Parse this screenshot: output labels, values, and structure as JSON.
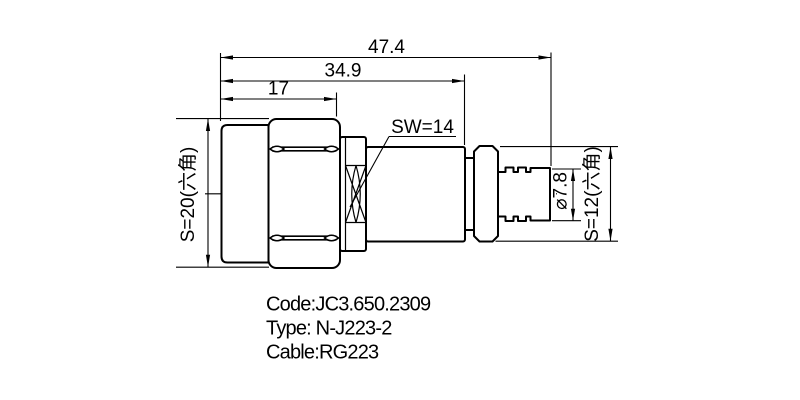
{
  "drawing": {
    "dimensions": {
      "overall_length": "47.4",
      "body_length": "34.9",
      "coupling_nut_length": "17",
      "wrench_size": "SW=14",
      "coupling_hex": "S=20(六角)",
      "ferrule_diameter": "⌀7.8",
      "rear_hex": "S=12(六角)"
    },
    "title_block": {
      "code": "Code:JC3.650.2309",
      "type": "Type: N-J223-2",
      "cable": "Cable:RG223"
    },
    "colors": {
      "line": "#000000",
      "background": "#ffffff"
    }
  }
}
